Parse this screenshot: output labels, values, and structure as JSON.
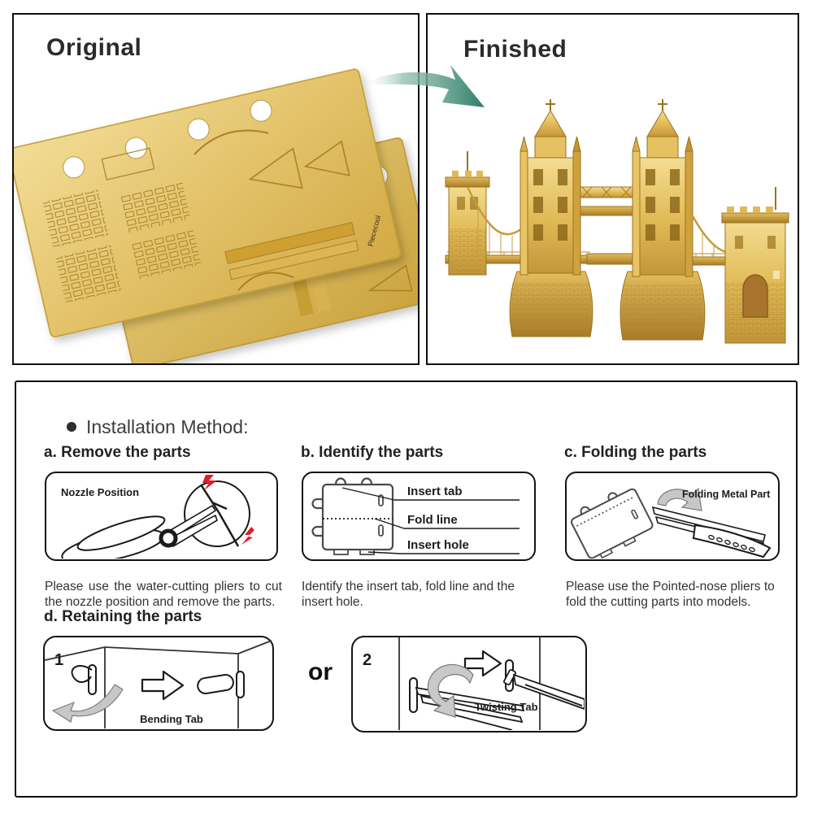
{
  "panels": {
    "original": {
      "title": "Original",
      "sheet_brand": "Piececool"
    },
    "finished": {
      "title": "Finished"
    }
  },
  "instructions": {
    "header": "Installation Method:",
    "steps": [
      {
        "id": "a",
        "title": "a. Remove the parts",
        "diagram_label": "Nozzle Position",
        "description": "Please use the water-cutting pliers to cut the nozzle position and remove the parts."
      },
      {
        "id": "b",
        "title": "b. Identify the parts",
        "diagram_labels": [
          "Insert tab",
          "Fold line",
          "Insert hole"
        ],
        "description": "Identify the insert tab, fold line and the insert hole."
      },
      {
        "id": "c",
        "title": "c. Folding the parts",
        "diagram_label": "Folding Metal Part",
        "description": "Please use the Pointed-nose pliers to fold the cutting parts into models."
      },
      {
        "id": "d",
        "title": "d. Retaining the parts",
        "option1": {
          "number": "1",
          "label": "Bending Tab"
        },
        "or_label": "or",
        "option2": {
          "number": "2",
          "label": "Twisting Tab"
        }
      }
    ]
  },
  "colors": {
    "accent_teal": "#2f7f68",
    "brass": "#ddb755",
    "alert_red": "#d92027"
  }
}
